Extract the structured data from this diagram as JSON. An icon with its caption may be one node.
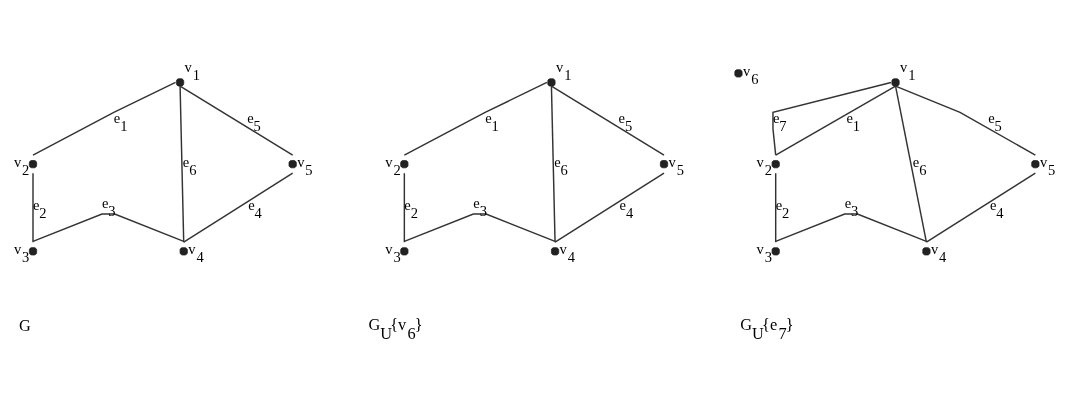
{
  "diagram": {
    "nodes": [
      {
        "text": [],
        "shape": "circle",
        "beside": [
          "v$_{1}$"
        ]
      },
      {
        "text": [],
        "shape": "circle",
        "beside": [
          "v$_{2}$"
        ]
      },
      {
        "text": [],
        "shape": "circle",
        "beside": [
          "v$_{3}$"
        ]
      },
      {
        "text": [],
        "shape": "circle",
        "beside": [
          "v$_{4}$"
        ]
      },
      {
        "text": [],
        "shape": "circle",
        "beside": [
          "v$_{5}$"
        ]
      },
      {
        "text": [],
        "shape": "circle",
        "beside": [
          "v$_{1}$"
        ]
      },
      {
        "text": [],
        "shape": "circle",
        "beside": [
          "v$_{6}$"
        ]
      },
      {
        "text": [],
        "shape": "circle",
        "beside": [
          "v$_{2}$"
        ]
      },
      {
        "text": [],
        "shape": "circle",
        "beside": [
          "v$_{3}$"
        ]
      },
      {
        "text": [],
        "shape": "circle",
        "beside": [
          "v$_{4}$"
        ]
      },
      {
        "text": [],
        "shape": "circle",
        "beside": [
          "v$_{5}$"
        ]
      },
      {
        "text": [],
        "shape": "circle",
        "beside": [
          "v$_{1}$"
        ]
      },
      {
        "text": [],
        "shape": "circle",
        "beside": [
          "v$_{2}$"
        ]
      },
      {
        "text": [],
        "shape": "circle",
        "beside": [
          "v$_{3}$"
        ]
      },
      {
        "text": [],
        "shape": "circle",
        "beside": [
          "v$_{4}$"
        ]
      },
      {
        "text": [],
        "shape": "circle",
        "beside": [
          "v$_{5}$"
        ]
      }
    ],
    "edges": [
      {
        "from": 0,
        "to": 1,
        "arrow": "none",
        "label": "e$_{1}$"
      },
      {
        "from": 1,
        "to": 2,
        "arrow": "none",
        "label": "e$_{2}$"
      },
      {
        "from": 2,
        "to": 3,
        "arrow": "none",
        "label": "e$_{3}$"
      },
      {
        "from": 3,
        "to": 4,
        "arrow": "none",
        "label": "e$_{4}$"
      },
      {
        "from": 4,
        "to": 0,
        "arrow": "none",
        "label": "e$_{5}$"
      },
      {
        "from": 0,
        "to": 3,
        "arrow": "none",
        "label": "e$_{6}$"
      },
      {
        "from": 5,
        "to": 7,
        "arrow": "none",
        "label": "e$_{1}$"
      },
      {
        "from": 7,
        "to": 8,
        "arrow": "none",
        "label": "e$_{2}$"
      },
      {
        "from": 8,
        "to": 9,
        "arrow": "none",
        "label": "e$_{3}$"
      },
      {
        "from": 9,
        "to": 10,
        "arrow": "none",
        "label": "e$_{4}$"
      },
      {
        "from": 10,
        "to": 5,
        "arrow": "none",
        "label": "e$_{5}$"
      },
      {
        "from": 5,
        "to": 9,
        "arrow": "none",
        "label": "e$_{6}$"
      },
      {
        "from": 11,
        "to": 12,
        "arrow": "none",
        "label": "e$_{7}$"
      },
      {
        "from": 11,
        "to": 12,
        "arrow": "none",
        "label": "e$_{1}$"
      },
      {
        "from": 12,
        "to": 13,
        "arrow": "none",
        "label": "e$_{2}$"
      },
      {
        "from": 13,
        "to": 14,
        "arrow": "none",
        "label": "e$_{3}$"
      },
      {
        "from": 14,
        "to": 15,
        "arrow": "none",
        "label": "e$_{4}$"
      },
      {
        "from": 15,
        "to": 11,
        "arrow": "none",
        "label": "e$_{5}$"
      },
      {
        "from": 11,
        "to": 14,
        "arrow": "none",
        "label": "e$_{6}$"
      }
    ],
    "labels": [
      "G",
      "G$_{U}${v$_{6}$}",
      "G$_{U}${e$_{7}$}"
    ]
  }
}
